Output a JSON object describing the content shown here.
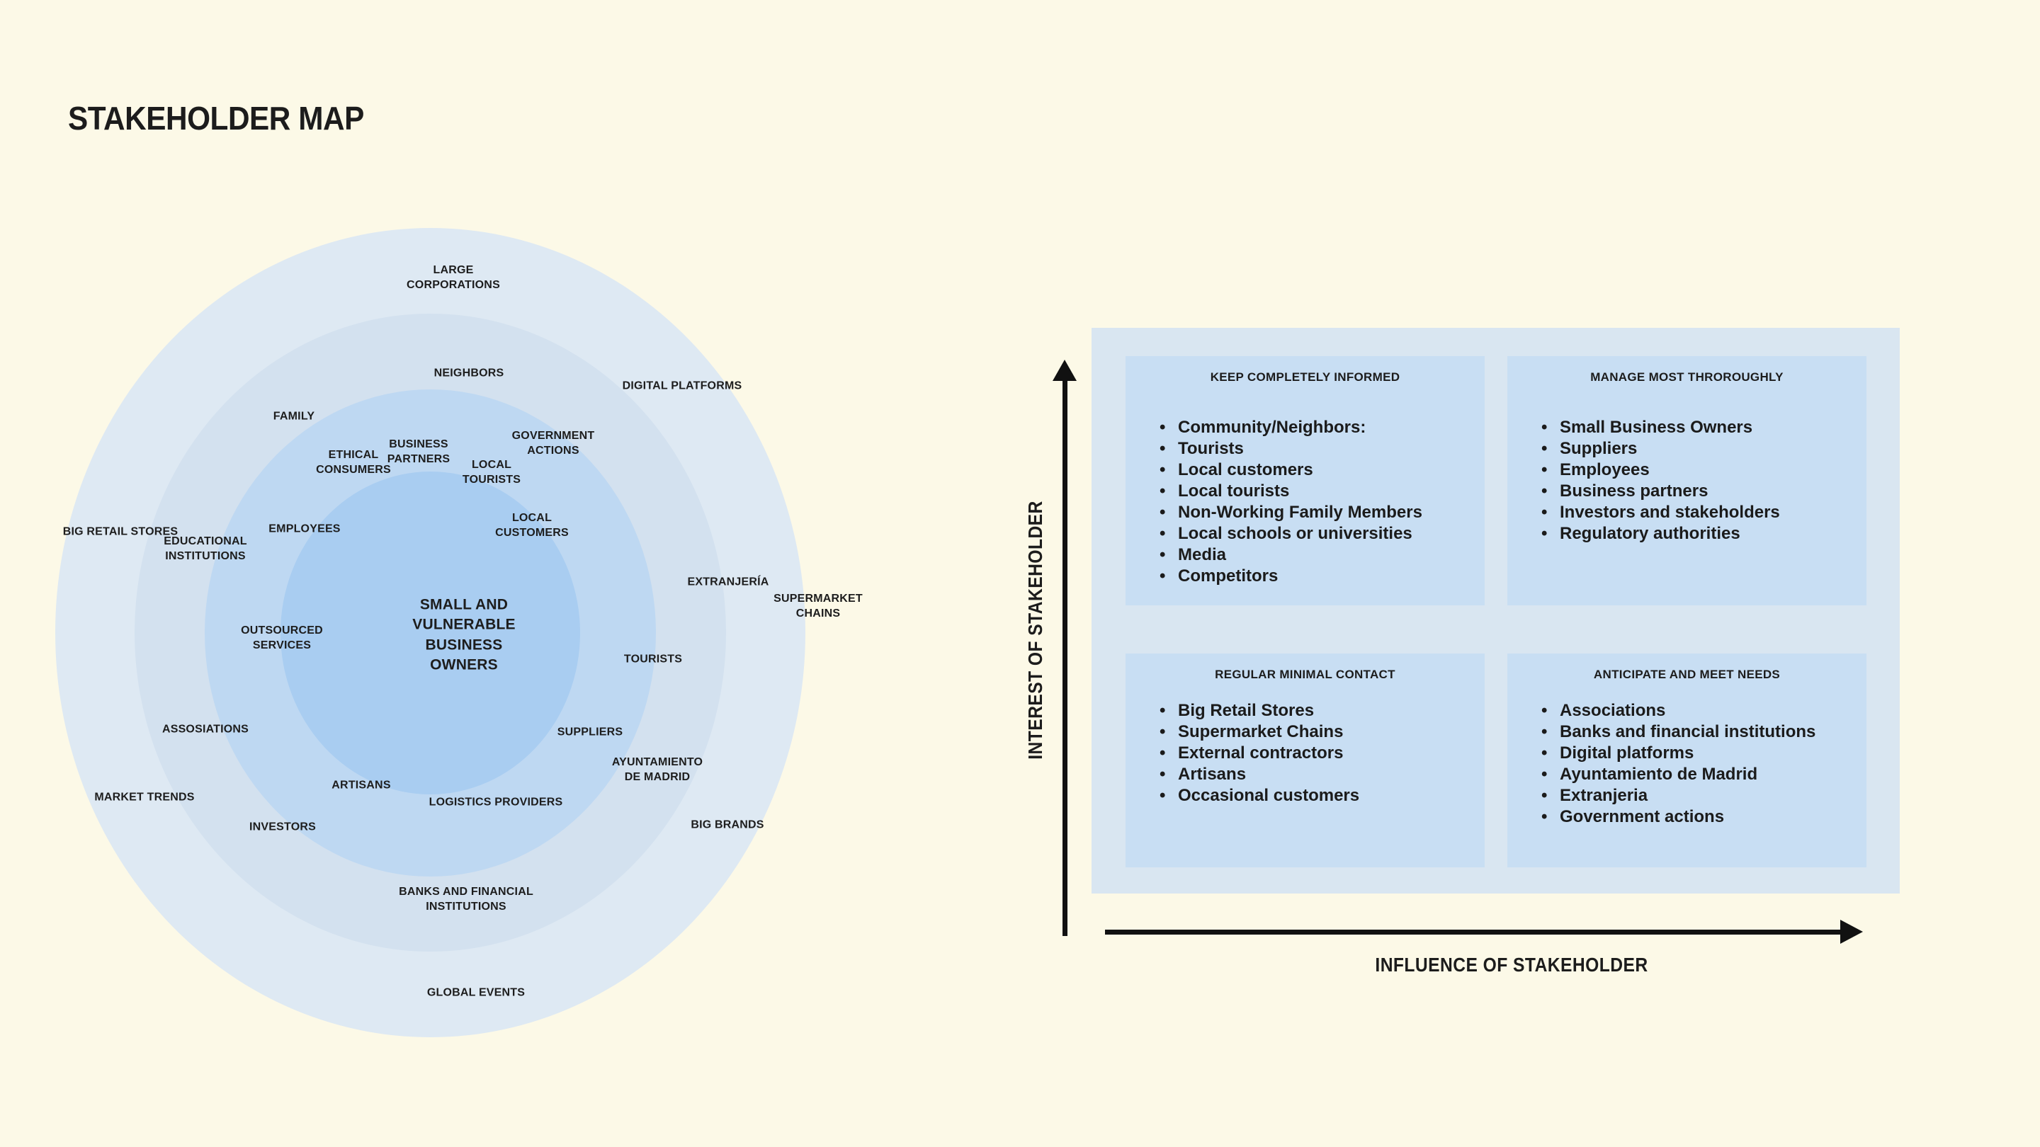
{
  "page": {
    "title": "STAKEHOLDER MAP"
  },
  "colors": {
    "background": "#FCF9E7",
    "ring_outer": "#DEE9F3",
    "ring_third": "#D3E1EF",
    "ring_second": "#BED8F2",
    "ring_center": "#A9CDF1",
    "panel": "#D9E6F1",
    "quadrant_box": "#C8DEF3",
    "text": "#1C1C1C",
    "arrow": "#111111"
  },
  "map": {
    "center_label": "SMALL AND\nVULNERABLE\nBUSINESS\nOWNERS",
    "labels": {
      "large_corporations": "LARGE\nCORPORATIONS",
      "neighbors": "NEIGHBORS",
      "digital_platforms": "DIGITAL PLATFORMS",
      "family": "FAMILY",
      "ethical_consumers": "ETHICAL\nCONSUMERS",
      "business_partners": "BUSINESS\nPARTNERS",
      "local_tourists": "LOCAL\nTOURISTS",
      "government_actions": "GOVERNMENT\nACTIONS",
      "employees": "EMPLOYEES",
      "local_customers": "LOCAL\nCUSTOMERS",
      "big_retail_stores": "BIG RETAIL STORES",
      "educational_institutions": "EDUCATIONAL\nINSTITUTIONS",
      "outsourced_services": "OUTSOURCED\nSERVICES",
      "extranjeria": "EXTRANJERÍA",
      "supermarket_chains": "SUPERMARKET\nCHAINS",
      "tourists": "TOURISTS",
      "assosiations": "ASSOSIATIONS",
      "market_trends": "MARKET TRENDS",
      "investors": "INVESTORS",
      "artisans": "ARTISANS",
      "suppliers": "SUPPLIERS",
      "ayuntamiento_de_madrid": "AYUNTAMIENTO\nDE MADRID",
      "logistics_providers": "LOGISTICS PROVIDERS",
      "big_brands": "BIG BRANDS",
      "banks_and_financial_institutions": "BANKS AND FINANCIAL\nINSTITUTIONS",
      "global_events": "GLOBAL EVENTS"
    }
  },
  "matrix": {
    "y_axis_label": "INTEREST OF STAKEHOLDER",
    "x_axis_label": "INFLUENCE OF STAKEHOLDER",
    "quadrants": [
      {
        "title": "KEEP COMPLETELY INFORMED",
        "items": [
          "Community/Neighbors:",
          "Tourists",
          "Local customers",
          "Local tourists",
          "Non-Working Family Members",
          "Local schools or universities",
          "Media",
          "Competitors"
        ]
      },
      {
        "title": "MANAGE MOST THROROUGHLY",
        "items": [
          "Small Business Owners",
          "Suppliers",
          "Employees",
          "Business partners",
          "Investors and stakeholders",
          "Regulatory authorities"
        ]
      },
      {
        "title": "REGULAR MINIMAL CONTACT",
        "items": [
          "Big Retail Stores",
          "Supermarket Chains",
          "External contractors",
          "Artisans",
          "Occasional customers"
        ]
      },
      {
        "title": "ANTICIPATE AND MEET NEEDS",
        "items": [
          "Associations",
          "Banks and financial institutions",
          "Digital platforms",
          "Ayuntamiento de Madrid",
          "Extranjeria",
          "Government actions"
        ]
      }
    ]
  }
}
